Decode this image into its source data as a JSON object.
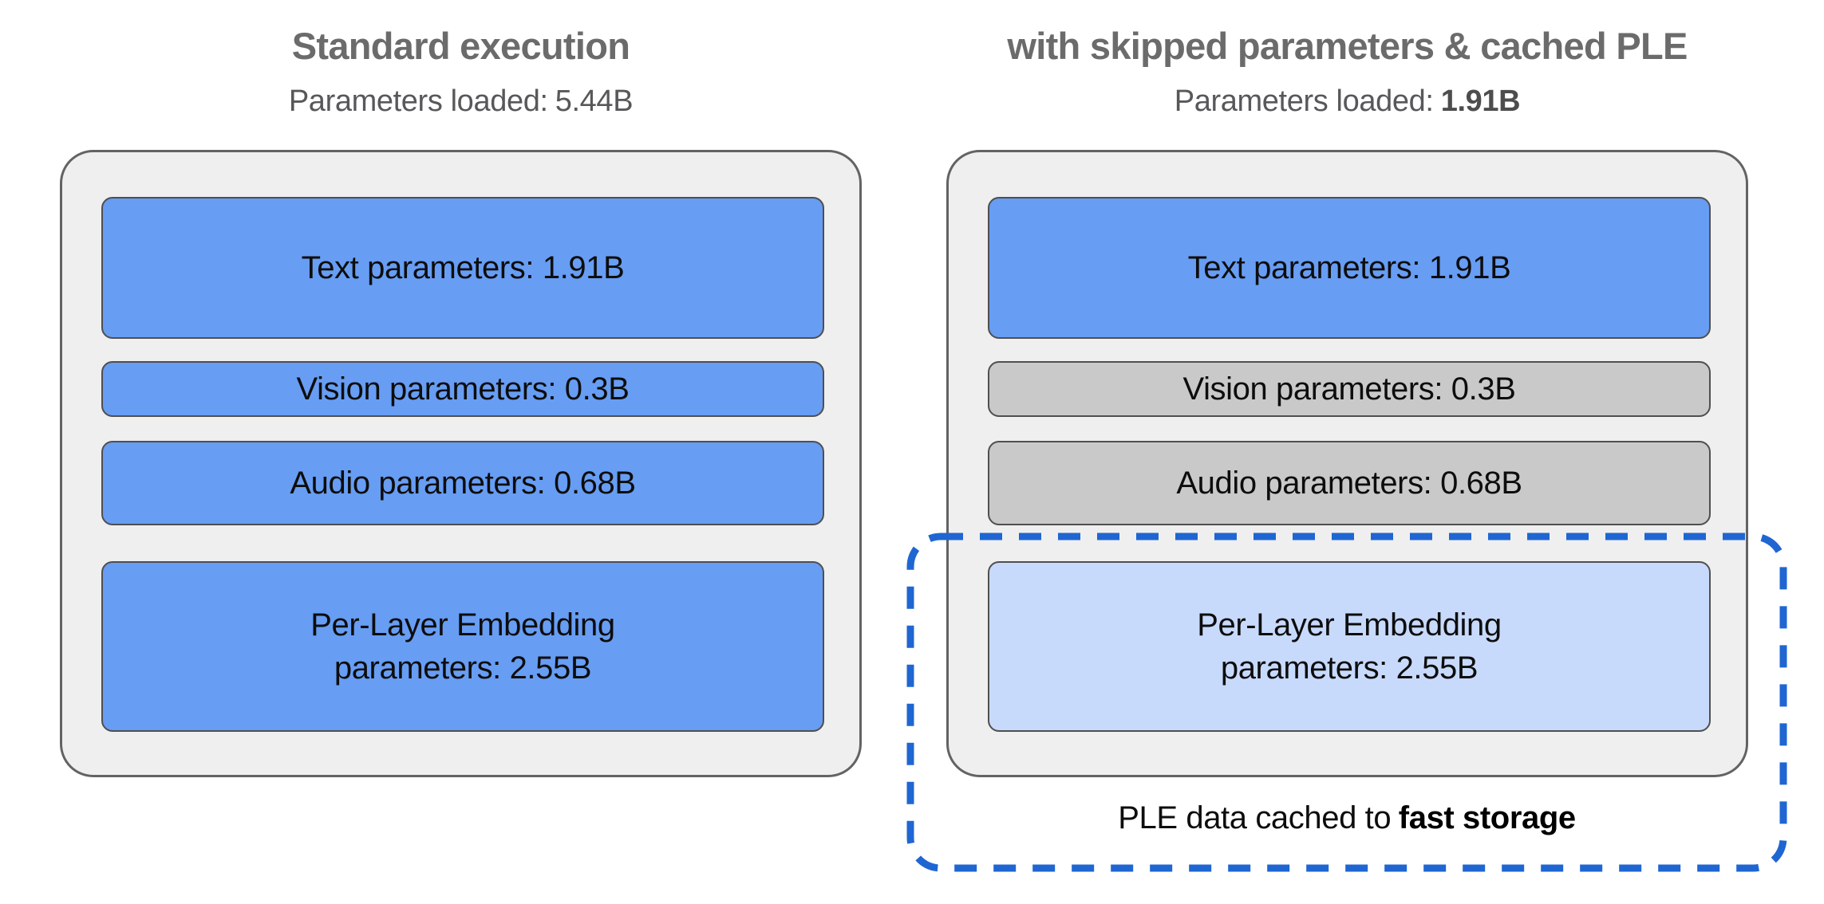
{
  "diagram": {
    "left_panel": {
      "title": "Standard execution",
      "subtitle": {
        "label": "Parameters loaded:",
        "value": "5.44B"
      },
      "boxes": {
        "text": {
          "label": "Text parameters: 1.91B",
          "state": "loaded"
        },
        "vision": {
          "label": "Vision parameters: 0.3B",
          "state": "loaded"
        },
        "audio": {
          "label": "Audio parameters: 0.68B",
          "state": "loaded"
        },
        "ple": {
          "label_line1": "Per-Layer Embedding",
          "label_line2": "parameters: 2.55B",
          "state": "loaded"
        }
      }
    },
    "right_panel": {
      "title": "with skipped parameters & cached PLE",
      "subtitle": {
        "label": "Parameters loaded:",
        "value": "1.91B"
      },
      "boxes": {
        "text": {
          "label": "Text parameters: 1.91B",
          "state": "loaded"
        },
        "vision": {
          "label": "Vision parameters: 0.3B",
          "state": "skipped"
        },
        "audio": {
          "label": "Audio parameters: 0.68B",
          "state": "skipped"
        },
        "ple": {
          "label_line1": "Per-Layer Embedding",
          "label_line2": "parameters: 2.55B",
          "state": "cached"
        }
      },
      "caption": {
        "regular": "PLE data cached to",
        "bold": "fast storage"
      }
    },
    "colors": {
      "loaded_blue": "#679df3",
      "skipped_gray": "#c9c9c9",
      "cached_light_blue": "#c8dafc",
      "container_fill": "#efefef",
      "container_border": "#636363",
      "box_border": "#4f4f4f",
      "dashed_border_blue": "#1f66d2",
      "title_gray": "#6b6b6b",
      "subtitle_gray": "#58585a"
    }
  }
}
